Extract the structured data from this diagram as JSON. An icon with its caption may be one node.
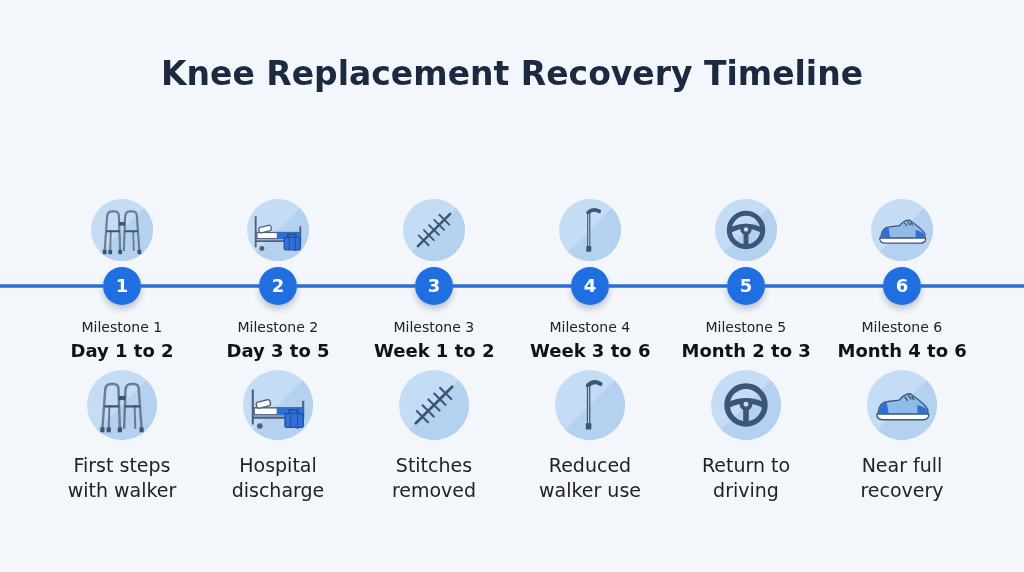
{
  "diagram": {
    "title": "Knee Replacement Recovery Timeline",
    "nodes": [
      {
        "text": [
          "1"
        ],
        "beside": [
          "Milestone 1",
          "Day 1 to 2"
        ]
      },
      {
        "text": [
          "2"
        ],
        "beside": [
          "Milestone 2",
          "Day 3 to 5"
        ]
      },
      {
        "text": [
          "3"
        ],
        "beside": [
          "Milestone 3",
          "Week 1 to 2"
        ]
      },
      {
        "text": [
          "4"
        ],
        "beside": [
          "Milestone 4",
          "Week 3 to 6"
        ]
      },
      {
        "text": [
          "5"
        ],
        "beside": [
          "Milestone 5",
          "Month 2 to 3"
        ]
      },
      {
        "text": [
          "6"
        ],
        "beside": [
          "Milestone 6",
          "Month 4 to 6"
        ]
      }
    ],
    "edges": [
      {
        "from": null,
        "to": 0,
        "arrow": "none"
      },
      {
        "from": 0,
        "to": 1,
        "arrow": "none"
      },
      {
        "from": 1,
        "to": 2,
        "arrow": "none"
      },
      {
        "from": 2,
        "to": 3,
        "arrow": "none"
      },
      {
        "from": 3,
        "to": 4,
        "arrow": "none"
      },
      {
        "from": 4,
        "to": 5,
        "arrow": "none"
      },
      {
        "from": 5,
        "to": null,
        "arrow": "none"
      }
    ],
    "labels": [
      "First steps with walker",
      "Hospital discharge",
      "Stitches removed",
      "Reduced walker use",
      "Return to driving",
      "Near full recovery"
    ]
  }
}
